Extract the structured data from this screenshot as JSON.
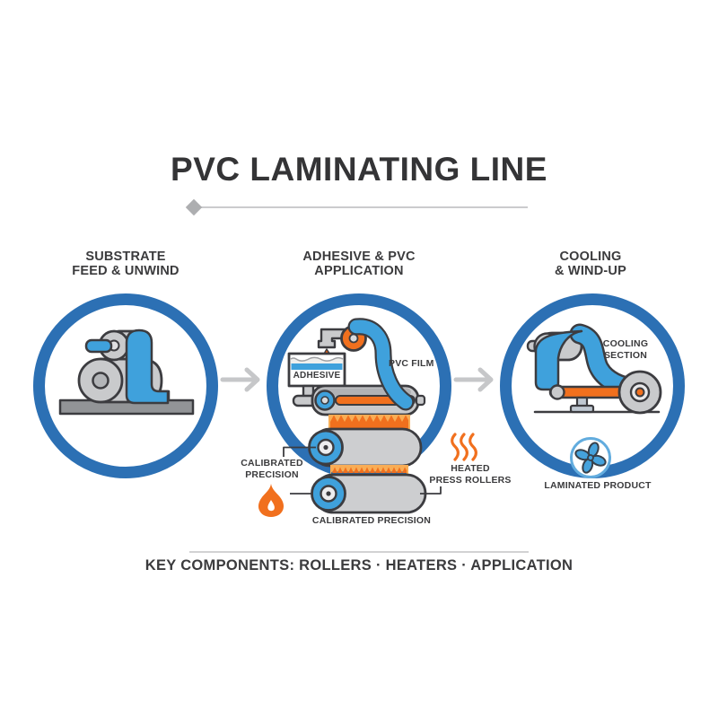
{
  "title": "PVC LAMINATING LINE",
  "stages": [
    {
      "line1": "SUBSTRATE",
      "line2": "FEED & UNWIND"
    },
    {
      "line1": "ADHESIVE & PVC",
      "line2": "APPLICATION"
    },
    {
      "line1": "COOLING",
      "line2": "& WIND-UP"
    }
  ],
  "callouts": {
    "pvc_film": "PVC FILM",
    "adhesive": "ADHESIVE",
    "calibrated_left_line1": "CALIBRATED",
    "calibrated_left_line2": "PRECISION",
    "heated_line1": "HEATED",
    "heated_line2": "PRESS ROLLERS",
    "calibrated_bottom": "CALIBRATED PRECISION",
    "cooling_line1": "COOLING",
    "cooling_line2": "SECTION",
    "laminated_product": "LAMINATED PRODUCT"
  },
  "footer": {
    "text": "KEY COMPONENTS: ROLLERS · HEATERS · APPLICATION"
  },
  "icons": [
    "flame-icon",
    "fan-icon",
    "heat-waves-icon",
    "arrow-right-icon",
    "diamond-marker-icon",
    "drip-icon"
  ],
  "colors": {
    "accent_blue": "#2C70B4",
    "film_blue": "#3FA1DC",
    "orange": "#F1701E",
    "heat_band_orange": "#F9AD55",
    "machine_gray": "#C9CACC",
    "text": "#3B3B3D"
  }
}
